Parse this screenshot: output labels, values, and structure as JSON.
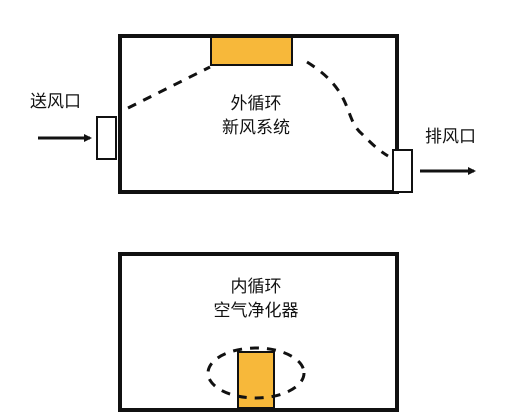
{
  "colors": {
    "line": "#111111",
    "fan": "#F7B83A",
    "background": "#FFFFFF"
  },
  "top_system": {
    "title_line1": "外循环",
    "title_line2": "新风系统",
    "inlet_label": "送风口",
    "outlet_label": "排风口"
  },
  "bottom_system": {
    "title_line1": "内循环",
    "title_line2": "空气净化器"
  }
}
